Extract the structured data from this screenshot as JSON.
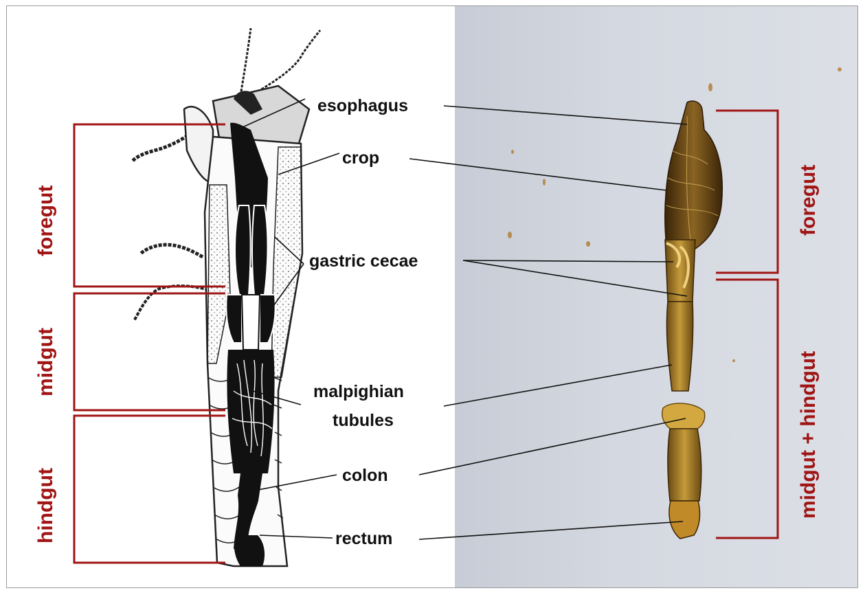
{
  "labels": {
    "esophagus": "esophagus",
    "crop": "crop",
    "gastric_cecae": "gastric cecae",
    "malpighian_tubules_line1": "malpighian",
    "malpighian_tubules_line2": "tubules",
    "colon": "colon",
    "rectum": "rectum"
  },
  "regions_left": {
    "foregut": "foregut",
    "midgut": "midgut",
    "hindgut": "hindgut"
  },
  "regions_right": {
    "foregut": "foregut",
    "midgut_hindgut": "midgut + hindgut"
  },
  "colors": {
    "bracket": "#a01414",
    "label_text": "#111111",
    "photo_background": "#d4d8e0",
    "gut_specimen": "#5a3a10"
  }
}
